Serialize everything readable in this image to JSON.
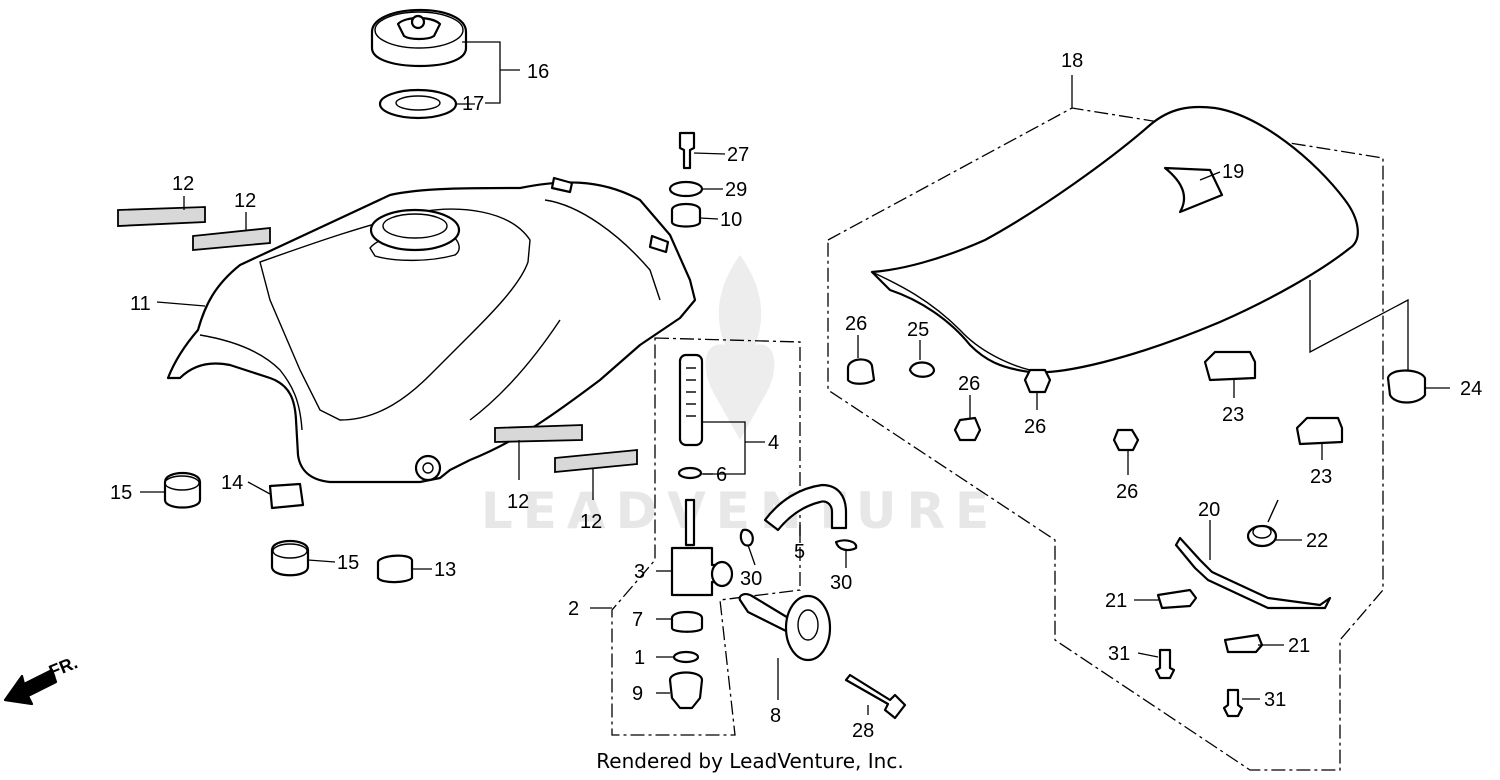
{
  "watermark": {
    "brand": "LEADVENTURE"
  },
  "direction": {
    "label": "FR."
  },
  "footer": {
    "credit": "Rendered by LeadVenture, Inc."
  },
  "callouts": {
    "c1": "1",
    "c2": "2",
    "c3": "3",
    "c4": "4",
    "c5": "5",
    "c6": "6",
    "c7": "7",
    "c8": "8",
    "c9": "9",
    "c10": "10",
    "c11": "11",
    "c12a": "12",
    "c12b": "12",
    "c12c": "12",
    "c12d": "12",
    "c13": "13",
    "c14": "14",
    "c15a": "15",
    "c15b": "15",
    "c16": "16",
    "c17": "17",
    "c18": "18",
    "c19": "19",
    "c20": "20",
    "c21a": "21",
    "c21b": "21",
    "c22": "22",
    "c23a": "23",
    "c23b": "23",
    "c24": "24",
    "c25": "25",
    "c26a": "26",
    "c26b": "26",
    "c26c": "26",
    "c26d": "26",
    "c27": "27",
    "c28": "28",
    "c29": "29",
    "c30a": "30",
    "c30b": "30",
    "c31a": "31",
    "c31b": "31"
  }
}
